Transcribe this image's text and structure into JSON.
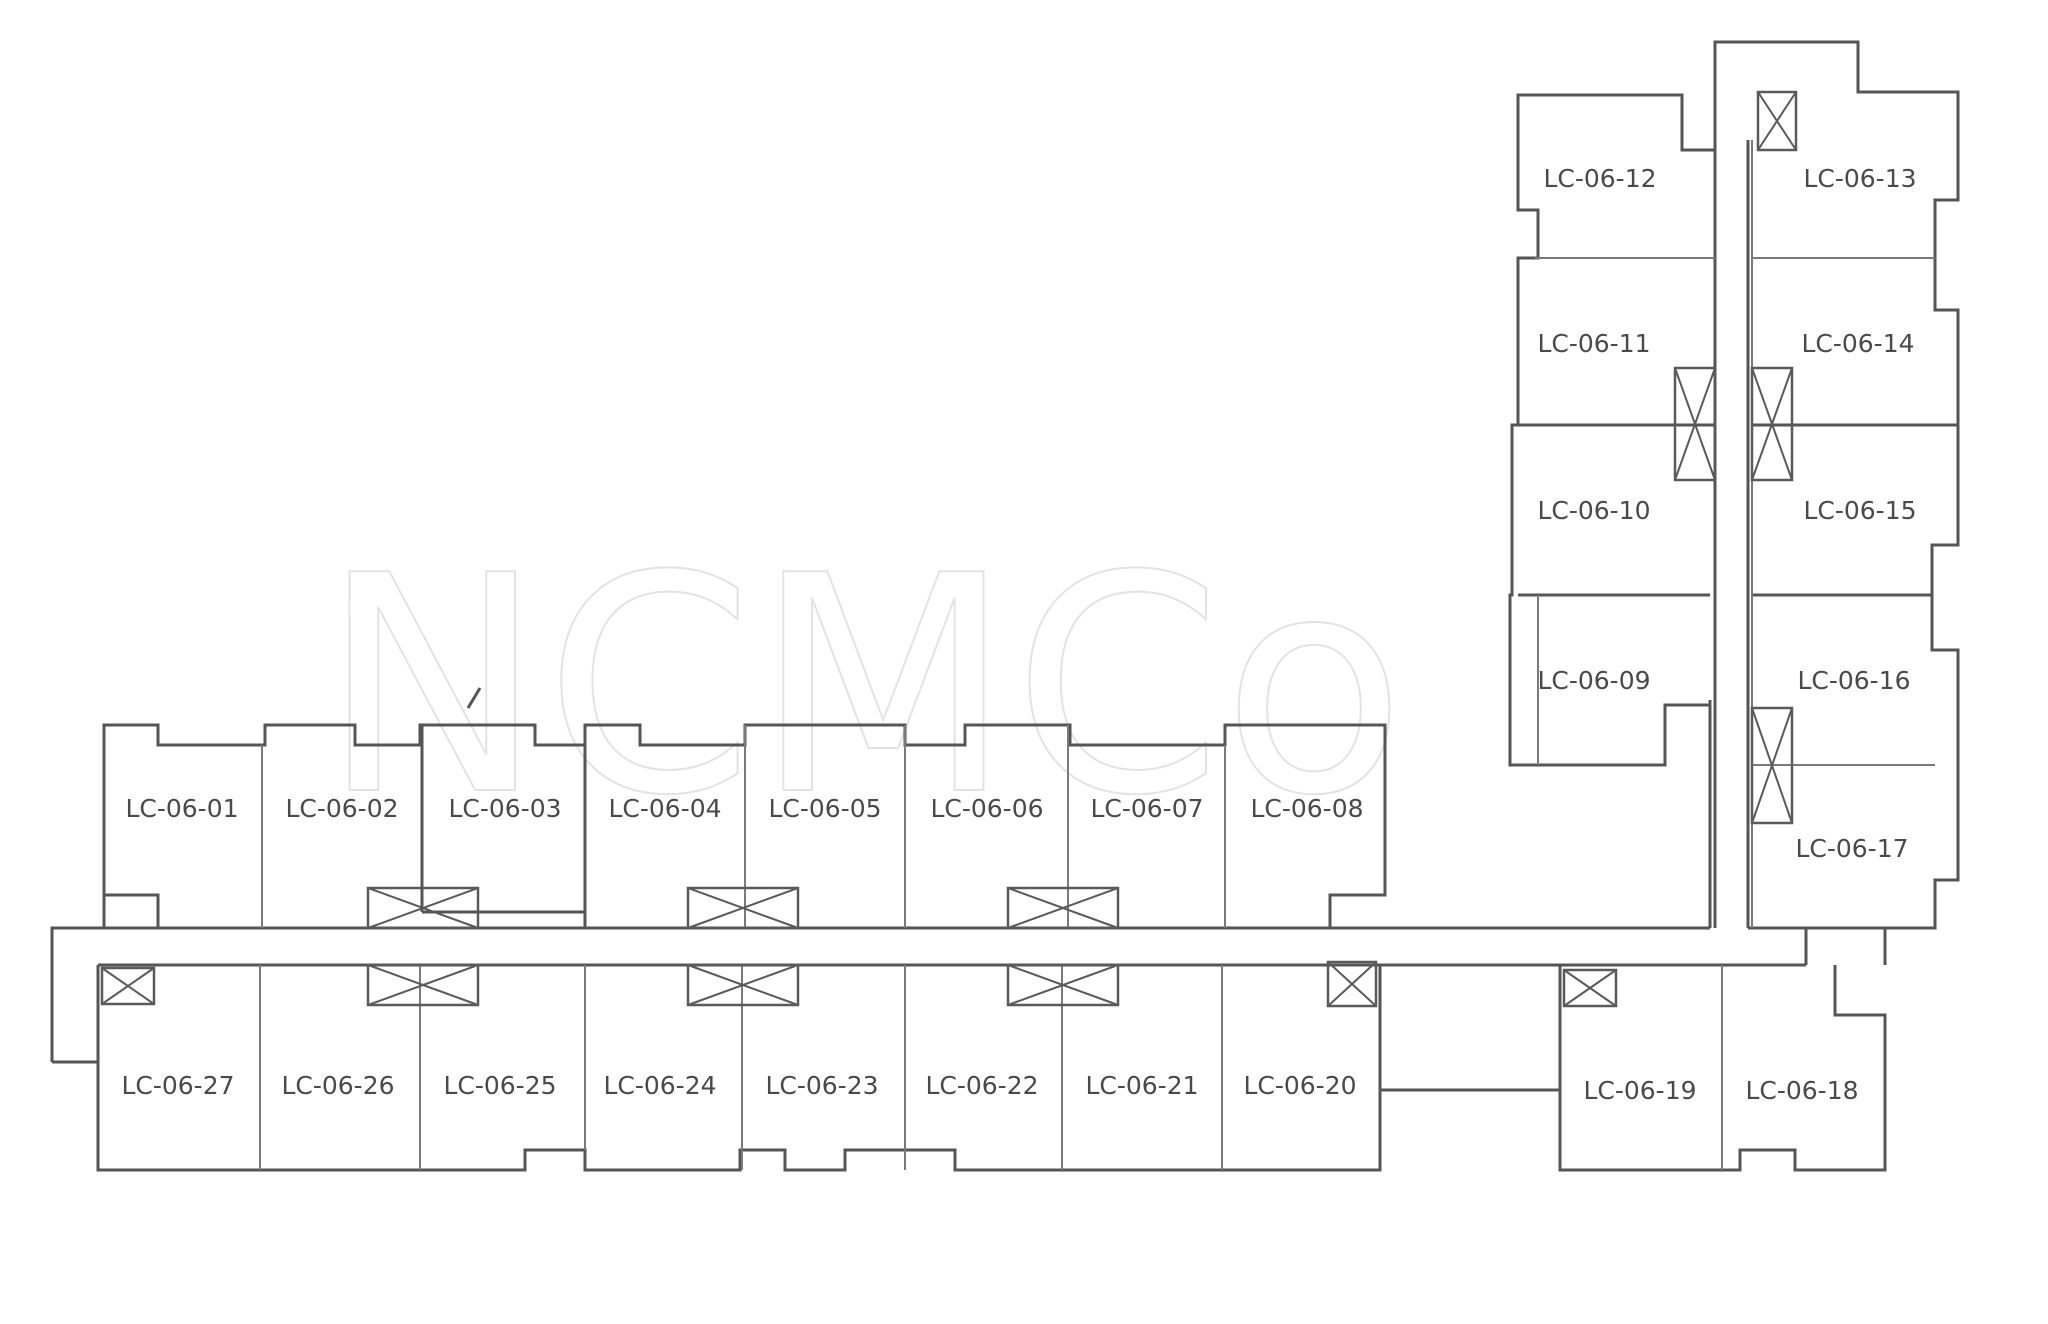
{
  "watermark": "NCMCo",
  "units": {
    "top_row": [
      "LC-06-01",
      "LC-06-02",
      "LC-06-03",
      "LC-06-04",
      "LC-06-05",
      "LC-06-06",
      "LC-06-07",
      "LC-06-08"
    ],
    "bottom_row": [
      "LC-06-27",
      "LC-06-26",
      "LC-06-25",
      "LC-06-24",
      "LC-06-23",
      "LC-06-22",
      "LC-06-21",
      "LC-06-20"
    ],
    "east_row": [
      "LC-06-19",
      "LC-06-18"
    ],
    "left_tower": [
      "LC-06-12",
      "LC-06-11",
      "LC-06-10",
      "LC-06-09"
    ],
    "right_tower": [
      "LC-06-13",
      "LC-06-14",
      "LC-06-15",
      "LC-06-16",
      "LC-06-17"
    ]
  }
}
